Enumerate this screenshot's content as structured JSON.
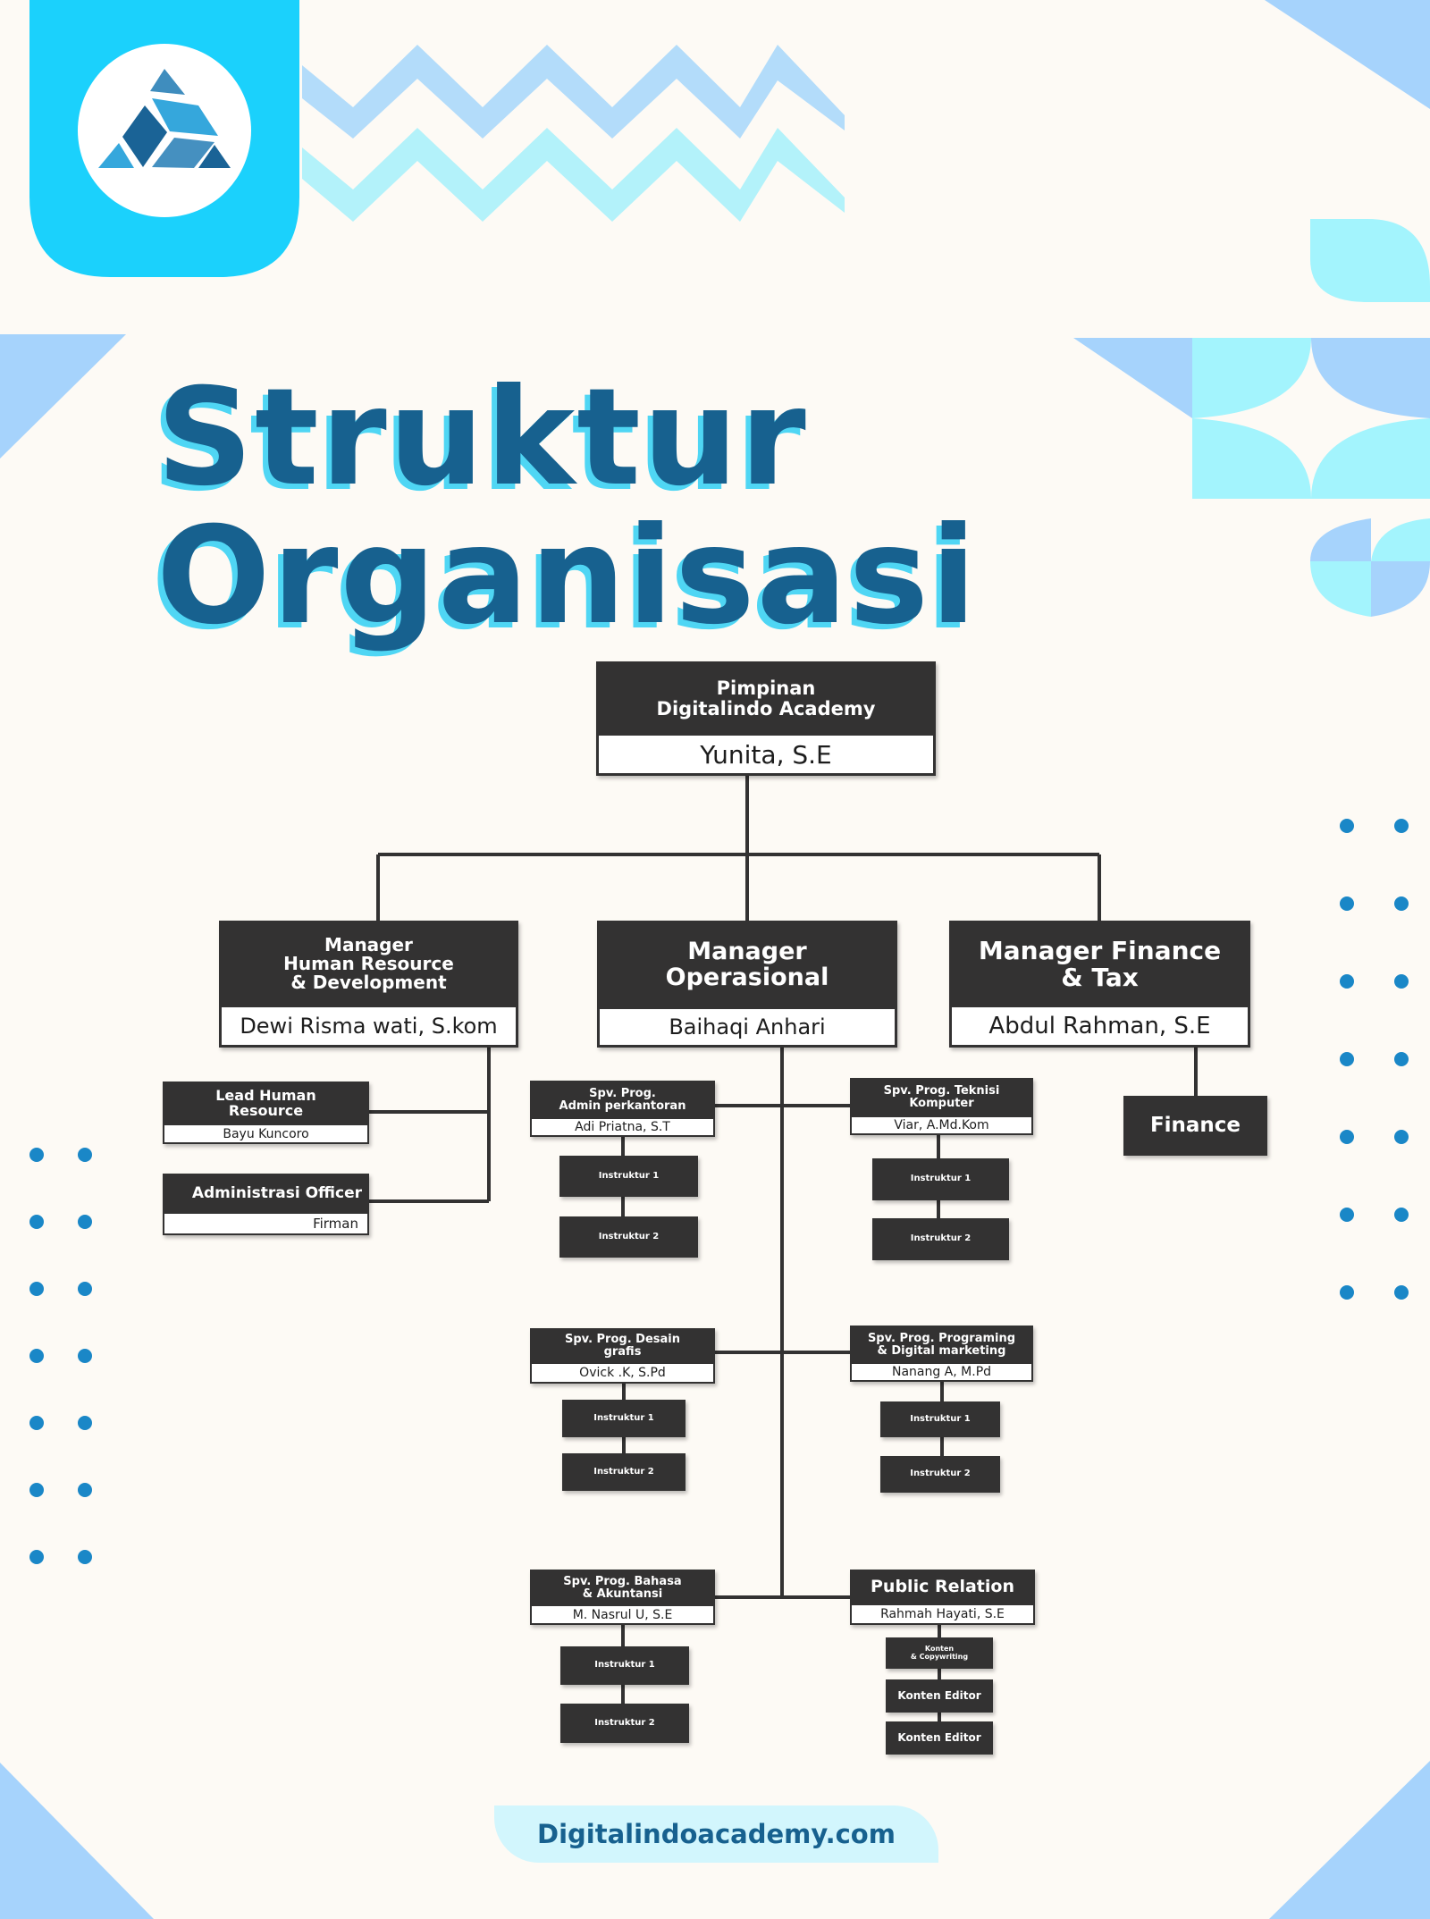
{
  "title": {
    "line1": "Struktur",
    "line2": "Organisasi"
  },
  "colors": {
    "background": "#fdfaf5",
    "node_dark": "#333232",
    "title_blue": "#17618f",
    "title_shadow": "#4fd6f4",
    "cyan": "#1bd1fc",
    "light_blue": "#a6d3fc",
    "light_cyan": "#a3f4fd",
    "dot_blue": "#1a87c7"
  },
  "logo": {
    "icon": "triangle-mosaic-logo-icon"
  },
  "org": {
    "head": {
      "role": "Pimpinan\nDigitalindo  Academy",
      "person": "Yunita, S.E"
    },
    "managers": [
      {
        "role": "Manager\nHuman Resource\n& Development",
        "person": "Dewi Risma wati, S.kom"
      },
      {
        "role": "Manager\nOperasional",
        "person": "Baihaqi Anhari"
      },
      {
        "role": "Manager  Finance\n& Tax",
        "person": "Abdul Rahman, S.E"
      }
    ],
    "hr_staff": [
      {
        "role": "Lead  Human\nResource",
        "person": "Bayu Kuncoro"
      },
      {
        "role": "Administrasi  Officer",
        "person": "Firman"
      }
    ],
    "finance_staff": [
      {
        "role": "Finance"
      }
    ],
    "supervisors": [
      {
        "role": "Spv.  Prog.\nAdmin  perkantoran",
        "person": "Adi Priatna, S.T",
        "children": [
          "Instruktur  1",
          "Instruktur  2"
        ]
      },
      {
        "role": "Spv.  Prog.  Teknisi\nKomputer",
        "person": "Viar, A.Md.Kom",
        "children": [
          "Instruktur  1",
          "Instruktur  2"
        ]
      },
      {
        "role": "Spv.  Prog.  Desain\ngrafis",
        "person": "Ovick .K, S.Pd",
        "children": [
          "Instruktur  1",
          "Instruktur  2"
        ]
      },
      {
        "role": "Spv.  Prog.  Programing\n&  Digital  marketing",
        "person": "Nanang A, M.Pd",
        "children": [
          "Instruktur  1",
          "Instruktur  2"
        ]
      },
      {
        "role": "Spv.  Prog.  Bahasa\n&  Akuntansi",
        "person": "M. Nasrul U, S.E",
        "children": [
          "Instruktur  1",
          "Instruktur  2"
        ]
      },
      {
        "role": "Public  Relation",
        "person": "Rahmah Hayati, S.E",
        "children": [
          "Konten\n&  Copywriting",
          "Konten  Editor",
          "Konten  Editor"
        ]
      }
    ]
  },
  "footer": {
    "website": "Digitalindoacademy.com"
  }
}
